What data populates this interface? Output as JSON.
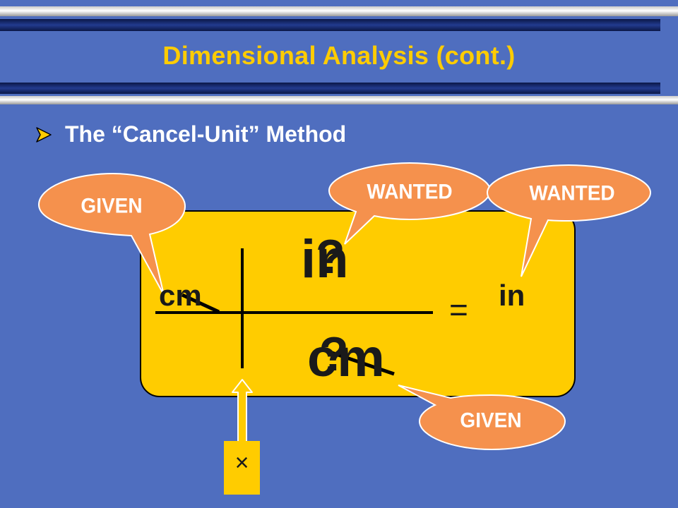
{
  "slide": {
    "title": "Dimensional Analysis (cont.)",
    "bullet": "The “Cancel-Unit”  Method",
    "bullet_icon": "arrow-bullet-icon"
  },
  "equation": {
    "given_unit": "cm",
    "result_unit": "in",
    "equals": "=",
    "numerator_unit": "in",
    "denominator_unit": "cm",
    "unknown_marker": "?",
    "multiply_symbol": "×"
  },
  "callouts": {
    "given_top": "GIVEN",
    "wanted_middle": "WANTED",
    "wanted_right": "WANTED",
    "given_bottom": "GIVEN"
  },
  "colors": {
    "background": "#4f6ebf",
    "title": "#ffcc00",
    "panel": "#ffcc00",
    "callout": "#f5914d",
    "text": "#1a1a1a"
  }
}
